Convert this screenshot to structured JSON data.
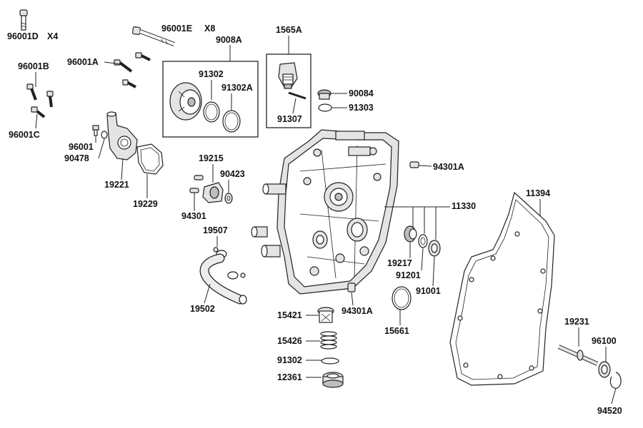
{
  "labels": {
    "p96001D": "96001D",
    "p96001D_qty": "X4",
    "p96001E": "96001E",
    "p96001E_qty": "X8",
    "p96001A": "96001A",
    "p96001B": "96001B",
    "p96001C": "96001C",
    "p9008A": "9008A",
    "p91302_top": "91302",
    "p91302A": "91302A",
    "p1565A": "1565A",
    "p91307": "91307",
    "p90084": "90084",
    "p91303": "91303",
    "p96001": "96001",
    "p90478": "90478",
    "p19221": "19221",
    "p19229": "19229",
    "p19215": "19215",
    "p90423": "90423",
    "p94301": "94301",
    "p94301A_top": "94301A",
    "p11394": "11394",
    "p11330": "11330",
    "p19507": "19507",
    "p19502": "19502",
    "p19217": "19217",
    "p91201": "91201",
    "p91001": "91001",
    "p15421": "15421",
    "p94301A_bot": "94301A",
    "p15661": "15661",
    "p15426": "15426",
    "p91302_bot": "91302",
    "p12361": "12361",
    "p19231": "19231",
    "p96100": "96100",
    "p94520": "94520"
  }
}
